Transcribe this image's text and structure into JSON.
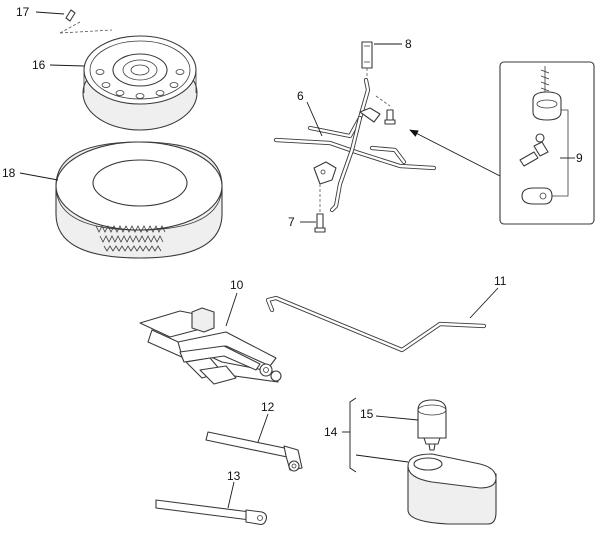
{
  "callouts": {
    "c6": "6",
    "c7": "7",
    "c8": "8",
    "c9": "9",
    "c10": "10",
    "c11": "11",
    "c12": "12",
    "c13": "13",
    "c14": "14",
    "c15": "15",
    "c16": "16",
    "c17": "17",
    "c18": "18"
  },
  "parts": {
    "spare_wheel": "spare-wheel-rim-icon",
    "tire": "tire-icon",
    "valve": "valve-icon",
    "support_bracket": "support-bracket-icon",
    "bolt": "bolt-icon",
    "clip": "clip-icon",
    "lock_kit": "lock-cylinder-key-icon",
    "jack": "scissor-jack-icon",
    "jack_handle": "jack-handle-icon",
    "wheel_wrench": "wheel-wrench-icon",
    "extension_bar": "extension-bar-icon",
    "sealant_bottle": "sealant-bottle-icon",
    "sealant_case": "sealant-case-icon"
  }
}
